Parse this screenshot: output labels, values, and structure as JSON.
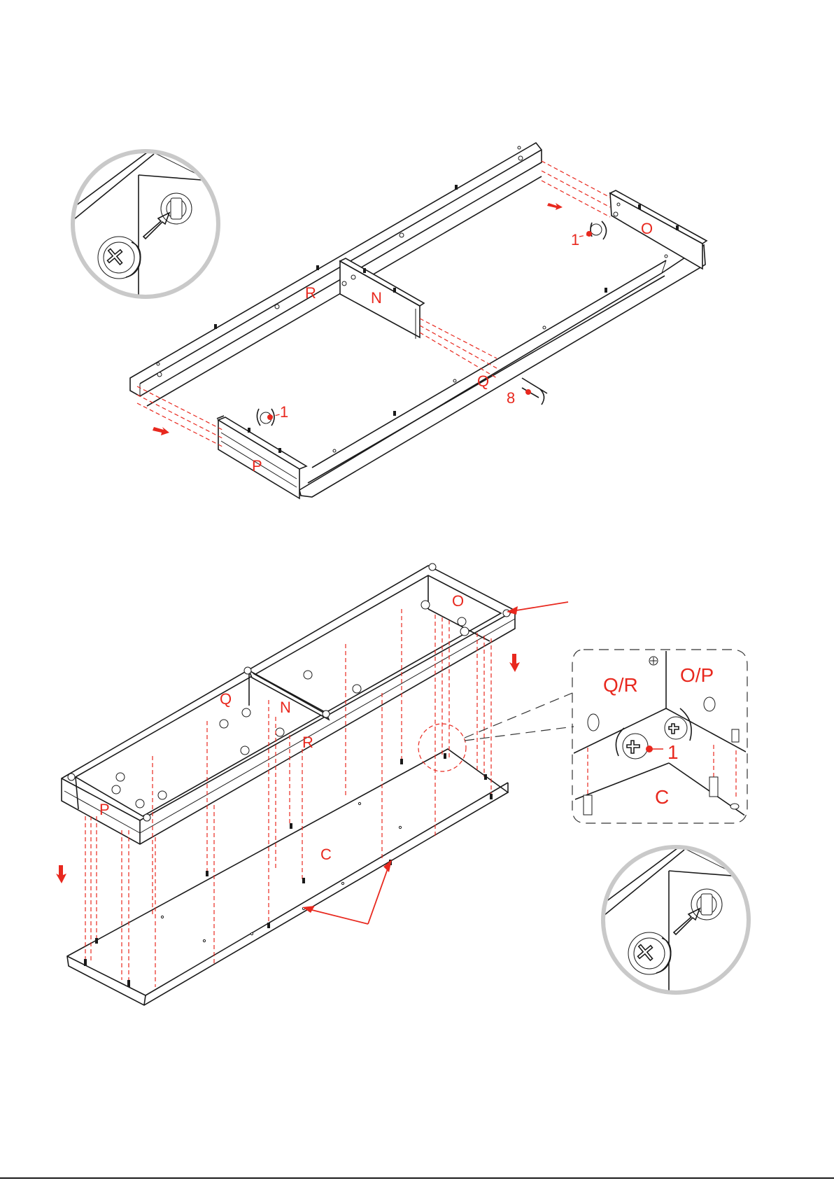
{
  "colors": {
    "accent": "#e8281e",
    "line": "#1a1a1a",
    "frame": "#c9c9c9"
  },
  "step_top": {
    "labels": {
      "R": "R",
      "N": "N",
      "O": "O",
      "Q": "Q",
      "P": "P"
    },
    "hardware": [
      {
        "id": "hw-1-right",
        "number": "1"
      },
      {
        "id": "hw-1-left",
        "number": "1"
      },
      {
        "id": "hw-8",
        "number": "8"
      }
    ]
  },
  "step_bottom": {
    "labels": {
      "O": "O",
      "Q": "Q",
      "N": "N",
      "R": "R",
      "P": "P",
      "C": "C"
    },
    "detail_view": {
      "left_panel": "Q/R",
      "right_panel": "O/P",
      "bottom_panel": "C",
      "hardware_number": "1"
    }
  },
  "icons": [
    "cam-lock-detail-icon",
    "arrow-icon",
    "rotate-icon",
    "cam-lock-icon",
    "dowel-icon",
    "screw-icon"
  ]
}
